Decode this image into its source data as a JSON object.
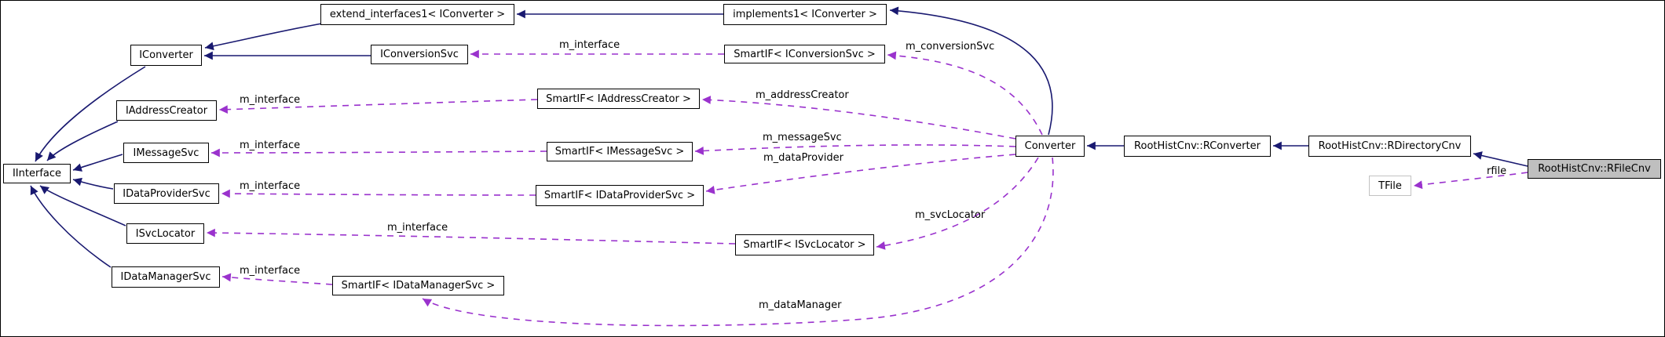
{
  "diagram": {
    "type": "collaboration-graph",
    "highlighted_node": "RootHistCnv::RFileCnv",
    "colors": {
      "inheritance_edge": "#191970",
      "usage_edge": "#9a32cd",
      "node_border": "#000000",
      "node_fill": "#ffffff",
      "highlight_node_fill": "#bfbfbf",
      "external_node_border": "#c2c2c2",
      "text": "#000000"
    },
    "nodes": {
      "extend_interfaces1": {
        "label": "extend_interfaces1< IConverter >"
      },
      "implements1": {
        "label": "implements1< IConverter >"
      },
      "iconverter": {
        "label": "IConverter"
      },
      "iconversionsvc": {
        "label": "IConversionSvc"
      },
      "smartif_iconversionsvc": {
        "label": "SmartIF< IConversionSvc >"
      },
      "iaddresscreator": {
        "label": "IAddressCreator"
      },
      "smartif_iaddresscreator": {
        "label": "SmartIF< IAddressCreator >"
      },
      "imessagesvc": {
        "label": "IMessageSvc"
      },
      "smartif_imessagesvc": {
        "label": "SmartIF< IMessageSvc >"
      },
      "iinterface": {
        "label": "IInterface"
      },
      "idataprovidersvc": {
        "label": "IDataProviderSvc"
      },
      "smartif_idataprovidersvc": {
        "label": "SmartIF< IDataProviderSvc >"
      },
      "isvclocator": {
        "label": "ISvcLocator"
      },
      "smartif_isvclocator": {
        "label": "SmartIF< ISvcLocator >"
      },
      "idatamanagersvc": {
        "label": "IDataManagerSvc"
      },
      "smartif_idatamanagersvc": {
        "label": "SmartIF< IDataManagerSvc >"
      },
      "converter": {
        "label": "Converter"
      },
      "rconverter": {
        "label": "RootHistCnv::RConverter"
      },
      "rdirectorycnv": {
        "label": "RootHistCnv::RDirectoryCnv"
      },
      "rfilecnv": {
        "label": "RootHistCnv::RFileCnv"
      },
      "tfile": {
        "label": "TFile"
      }
    },
    "edge_labels": {
      "m_interface_iconversionsvc": "m_interface",
      "m_interface_iaddresscreator": "m_interface",
      "m_interface_imessagesvc": "m_interface",
      "m_interface_idataprovidersvc": "m_interface",
      "m_interface_isvclocator": "m_interface",
      "m_interface_idatamanagersvc": "m_interface",
      "m_conversionSvc": "m_conversionSvc",
      "m_addressCreator": "m_addressCreator",
      "m_messageSvc": "m_messageSvc",
      "m_dataProvider": "m_dataProvider",
      "m_svcLocator": "m_svcLocator",
      "m_dataManager": "m_dataManager",
      "rfile": "rfile"
    }
  }
}
